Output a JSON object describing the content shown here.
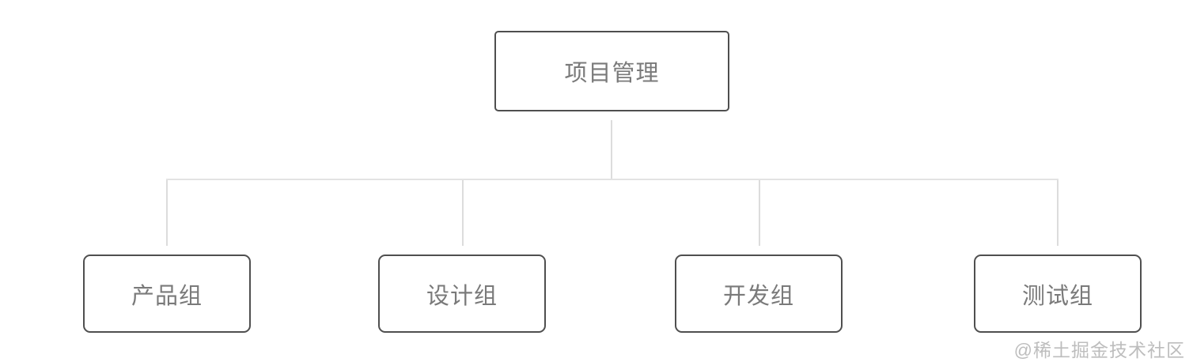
{
  "diagram": {
    "type": "org-chart",
    "root": {
      "label": "项目管理"
    },
    "children": [
      {
        "label": "产品组"
      },
      {
        "label": "设计组"
      },
      {
        "label": "开发组"
      },
      {
        "label": "测试组"
      }
    ]
  },
  "watermark": {
    "text": "@稀土掘金技术社区"
  },
  "colors": {
    "node-border": "#4f4f4f",
    "node-text": "#7a7a7a",
    "connector": "#dcdcdc",
    "connector-light": "#e3e3e3",
    "watermark": "#bdbdbd",
    "background": "#ffffff"
  }
}
